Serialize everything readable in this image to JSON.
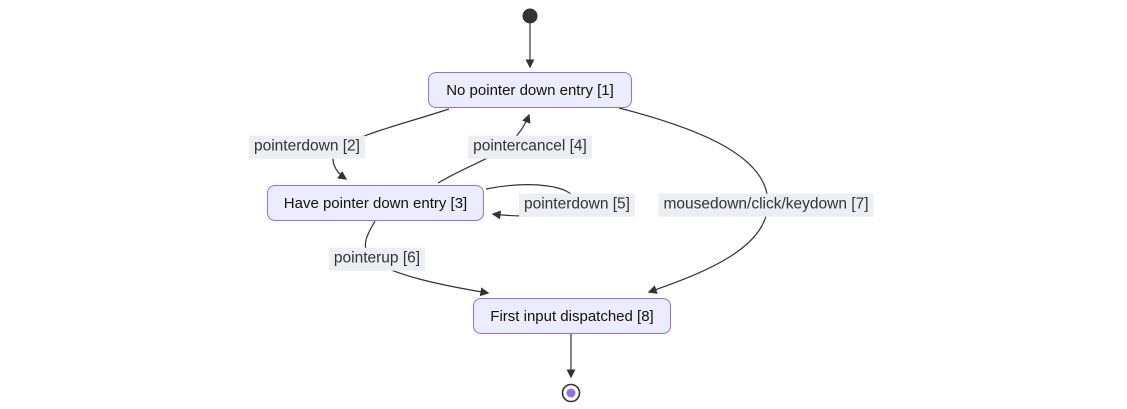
{
  "diagram": {
    "kind": "state-diagram",
    "states": [
      {
        "id": "1",
        "label": "No pointer down entry [1]"
      },
      {
        "id": "3",
        "label": "Have pointer down entry [3]"
      },
      {
        "id": "8",
        "label": "First input dispatched [8]"
      }
    ],
    "transitions": [
      {
        "from": "start",
        "to": "1",
        "label": ""
      },
      {
        "from": "1",
        "to": "3",
        "label": "pointerdown [2]"
      },
      {
        "from": "3",
        "to": "1",
        "label": "pointercancel [4]"
      },
      {
        "from": "3",
        "to": "3",
        "label": "pointerdown [5]"
      },
      {
        "from": "1",
        "to": "8",
        "label": "mousedown/click/keydown [7]"
      },
      {
        "from": "3",
        "to": "8",
        "label": "pointerup [6]"
      },
      {
        "from": "8",
        "to": "end",
        "label": ""
      }
    ],
    "colors": {
      "state_fill": "#ECECFF",
      "state_border": "#9370DB",
      "state_text": "#131300",
      "edge_line": "#333333",
      "edge_label_bg": "#EDEDF4",
      "edge_label_text": "#333333",
      "start_node": "#333333",
      "end_node_inner": "#9370DB"
    }
  }
}
